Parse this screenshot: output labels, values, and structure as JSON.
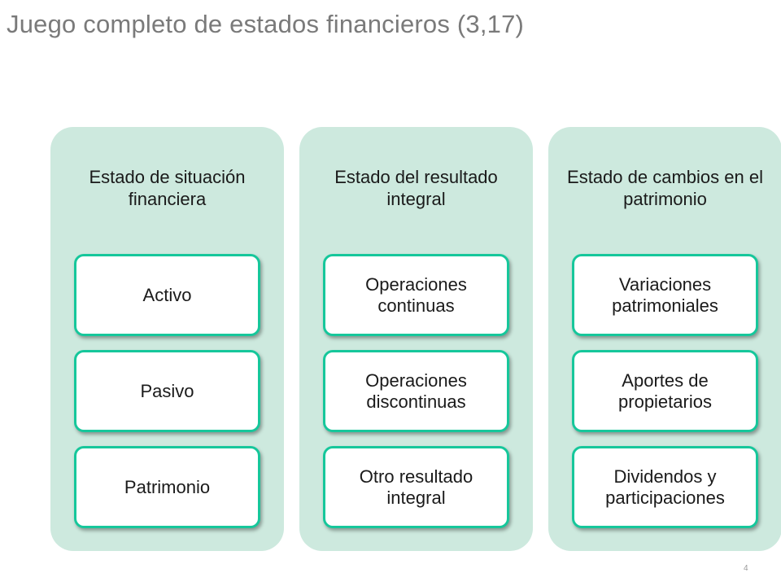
{
  "slide": {
    "title": "Juego completo de estados financieros (3,17)",
    "page_number": "4"
  },
  "colors": {
    "title_text": "#7a7a7a",
    "column_fill": "#cde9de",
    "box_border": "#16c79b",
    "box_fill": "#ffffff"
  },
  "columns": [
    {
      "title": "Estado de situación financiera",
      "items": [
        "Activo",
        "Pasivo",
        "Patrimonio"
      ]
    },
    {
      "title": "Estado del resultado integral",
      "items": [
        "Operaciones continuas",
        "Operaciones discontinuas",
        "Otro resultado integral"
      ]
    },
    {
      "title": "Estado de cambios en el patrimonio",
      "items": [
        "Variaciones patrimoniales",
        "Aportes de propietarios",
        "Dividendos y participaciones"
      ]
    }
  ]
}
